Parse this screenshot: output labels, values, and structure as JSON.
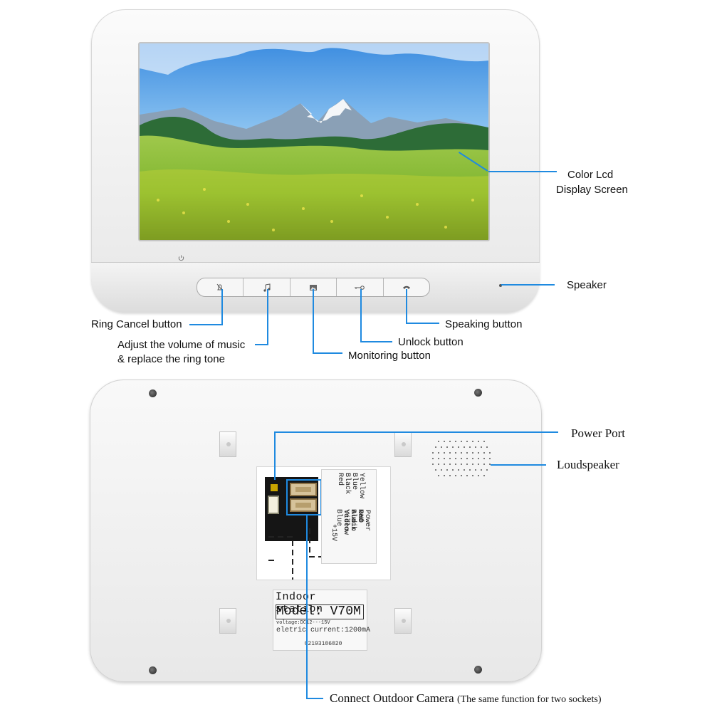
{
  "top_labels": {
    "color_lcd_line1": "Color Lcd",
    "color_lcd_line2": "Display Screen",
    "speaker": "Speaker",
    "ring_cancel": "Ring Cancel button",
    "adjust_volume_line1": "Adjust the volume of music",
    "adjust_volume_line2": "& replace the ring tone",
    "monitoring": "Monitoring button",
    "unlock": "Unlock button",
    "speaking": "Speaking button"
  },
  "bottom_labels": {
    "power_port": "Power Port",
    "loudspeaker": "Loudspeaker",
    "connect_outdoor_camera": "Connect Outdoor Camera",
    "connect_outdoor_camera_note": "(The same function for two sockets)"
  },
  "device_label": {
    "title": "Indoor station",
    "model": "Model: V70M",
    "voltage": "voltage:DC12---15V",
    "current": "eletric current:1200mA",
    "serial": "02193106020"
  },
  "wiring_label": {
    "column1_lines": [
      "Yellow",
      "Blue",
      "Black",
      "Red"
    ],
    "column2_lines": [
      "Red",
      "Black",
      "Yellow",
      "Blue"
    ],
    "column3_lines": [
      "Power",
      "GND",
      "Audio",
      "Video"
    ],
    "voltage_mark": "+15V"
  },
  "icons": {
    "ring_cancel": "bell-off-icon",
    "music": "music-note-icon",
    "monitor": "monitor-icon",
    "unlock": "key-icon",
    "speak": "handset-icon",
    "power": "power-icon"
  },
  "colors": {
    "callout": "#1f8ae0",
    "device": "#efefef"
  }
}
